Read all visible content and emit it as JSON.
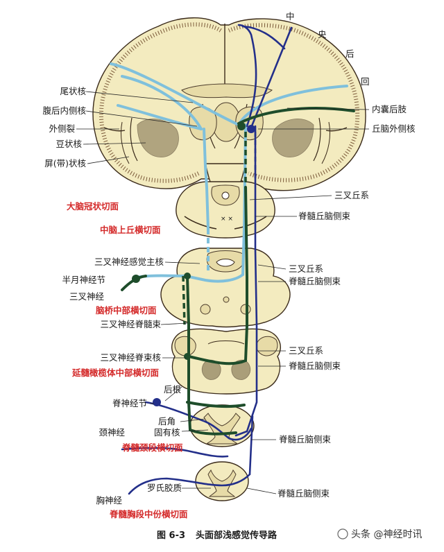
{
  "labels": {
    "zhong": "中",
    "yang": "央",
    "hou": "后",
    "hui": "回",
    "weizhuanghe": "尾状核",
    "fuhouneicehe": "腹后内侧核",
    "waicelie": "外侧裂",
    "douzhuanghe": "豆状核",
    "pingzhuanghe": "屏(带)状核",
    "neinanghouzhi": "内囊后肢",
    "qiunaowaicehe": "丘脑外侧核",
    "sanchaqiuxi_1": "三叉丘系",
    "jisuiqiunaocesu_1": "脊髓丘脑侧束",
    "sanchashenjingganjuezhuhe": "三叉神经感觉主核",
    "banyueshenjingjie": "半月神经节",
    "sanchashenjing": "三叉神经",
    "sanchaqiuxi_2": "三叉丘系",
    "jisuiqiunaocesu_2": "脊髓丘脑侧束",
    "sanchashenjingjisuisu": "三叉神经脊髓束",
    "sanchashenjingjisuhe": "三叉神经脊束核",
    "sanchaqiuxi_3": "三叉丘系",
    "jisuiqiunaocesu_3": "脊髓丘脑侧束",
    "hougen": "后根",
    "jishenjingjie": "脊神经节",
    "jingshenjing": "颈神经",
    "houjiao": "后角",
    "guyouhe": "固有核",
    "jisuiqiunaocesu_4": "脊髓丘脑侧束",
    "luoshijiaozhi": "罗氏胶质",
    "xiongshenjing": "胸神经",
    "jisuiqiunaocesu_5": "脊髓丘脑侧束"
  },
  "sections": {
    "danao": "大脑冠状切面",
    "zhongnao": "中脑上丘横切面",
    "naoqiao": "脑桥中部横切面",
    "yansui": "延髓橄榄体中部横切面",
    "jingduan": "脊髓颈段横切面",
    "xiongduan": "脊髓胸段中份横切面"
  },
  "caption": {
    "figure": "图 6-3",
    "title": "头面部浅感觉传导路"
  },
  "watermark": "头条 @神经时讯",
  "colors": {
    "label": "#1a1a1a",
    "section": "#d42a2a",
    "tissue": "#f3ebbf",
    "trigeminal_light": "#7fc0dc",
    "spinal_blue": "#232f8a",
    "trigeminal_dark": "#1e4d2b"
  }
}
